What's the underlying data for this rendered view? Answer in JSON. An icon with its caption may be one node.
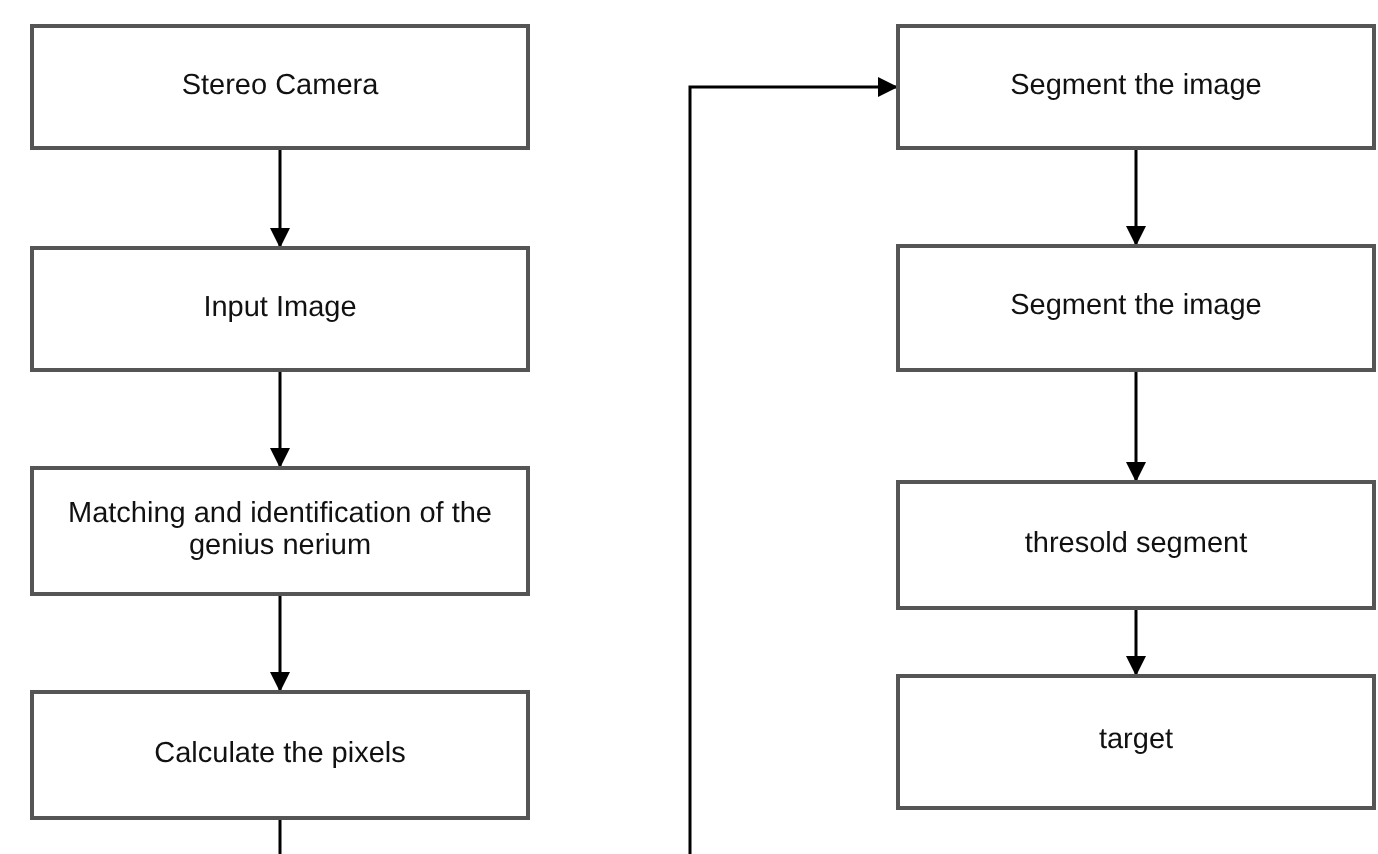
{
  "diagram": {
    "nodes": [
      {
        "text": [
          "Stereo Camera"
        ]
      },
      {
        "text": [
          "Input Image"
        ]
      },
      {
        "text": [
          "Matching and identification of the genius nerium"
        ]
      },
      {
        "text": [
          "Calculate the pixels"
        ]
      },
      {
        "text": [
          "Segment the image"
        ]
      },
      {
        "text": [
          "Segment the image"
        ]
      },
      {
        "text": [
          "thresold segment"
        ]
      },
      {
        "text": [
          "target"
        ]
      }
    ],
    "edges": [
      {
        "from": 0,
        "to": 1,
        "arrow": "to"
      },
      {
        "from": 1,
        "to": 2,
        "arrow": "to"
      },
      {
        "from": 2,
        "to": 3,
        "arrow": "to"
      },
      {
        "from": 3,
        "to": null,
        "arrow": "none"
      },
      {
        "from": null,
        "to": 4,
        "arrow": "to"
      },
      {
        "from": 4,
        "to": 5,
        "arrow": "to"
      },
      {
        "from": 5,
        "to": 6,
        "arrow": "to"
      },
      {
        "from": 6,
        "to": 7,
        "arrow": "to"
      }
    ]
  }
}
